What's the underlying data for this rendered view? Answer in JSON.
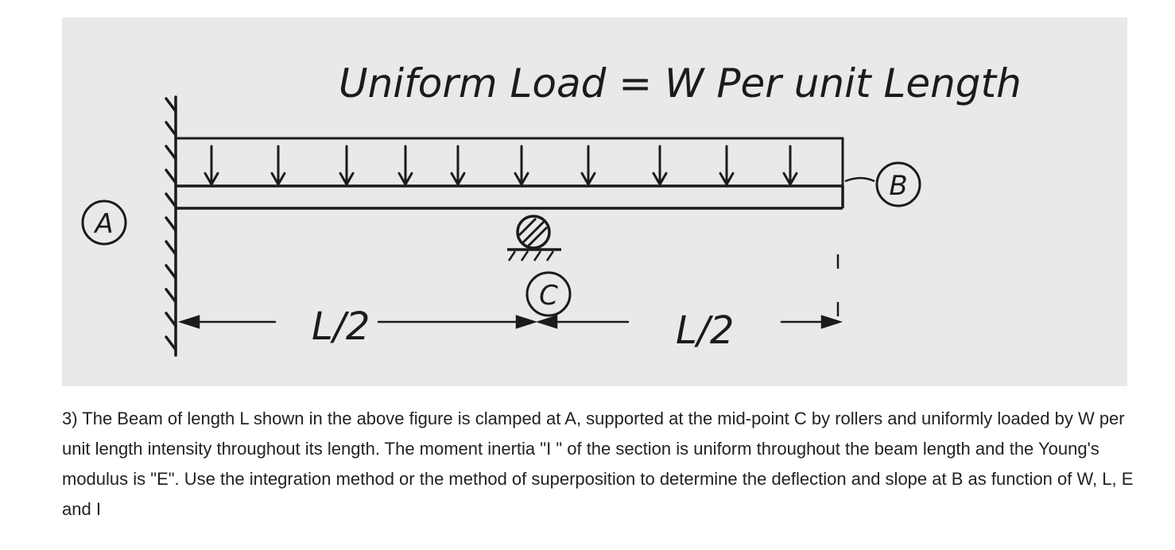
{
  "figure": {
    "load_label": "Uniform Load = W Per unit Length",
    "point_a": "A",
    "point_b": "B",
    "point_c": "C",
    "span_left": "L/2",
    "span_right": "L/2"
  },
  "question": {
    "text": "3) The Beam of length L shown in the above figure is clamped at A, supported at the mid-point C by rollers and uniformly loaded by W per unit length intensity throughout its length. The moment inertia \"I \" of the section is uniform throughout the beam length and the Young's modulus is \"E\". Use the integration method or the method of superposition to determine the deflection and slope  at B as function of W, L, E and I"
  },
  "colors": {
    "ink": "#1b1b1b",
    "paper": "#e9e9ea",
    "text": "#222222"
  }
}
